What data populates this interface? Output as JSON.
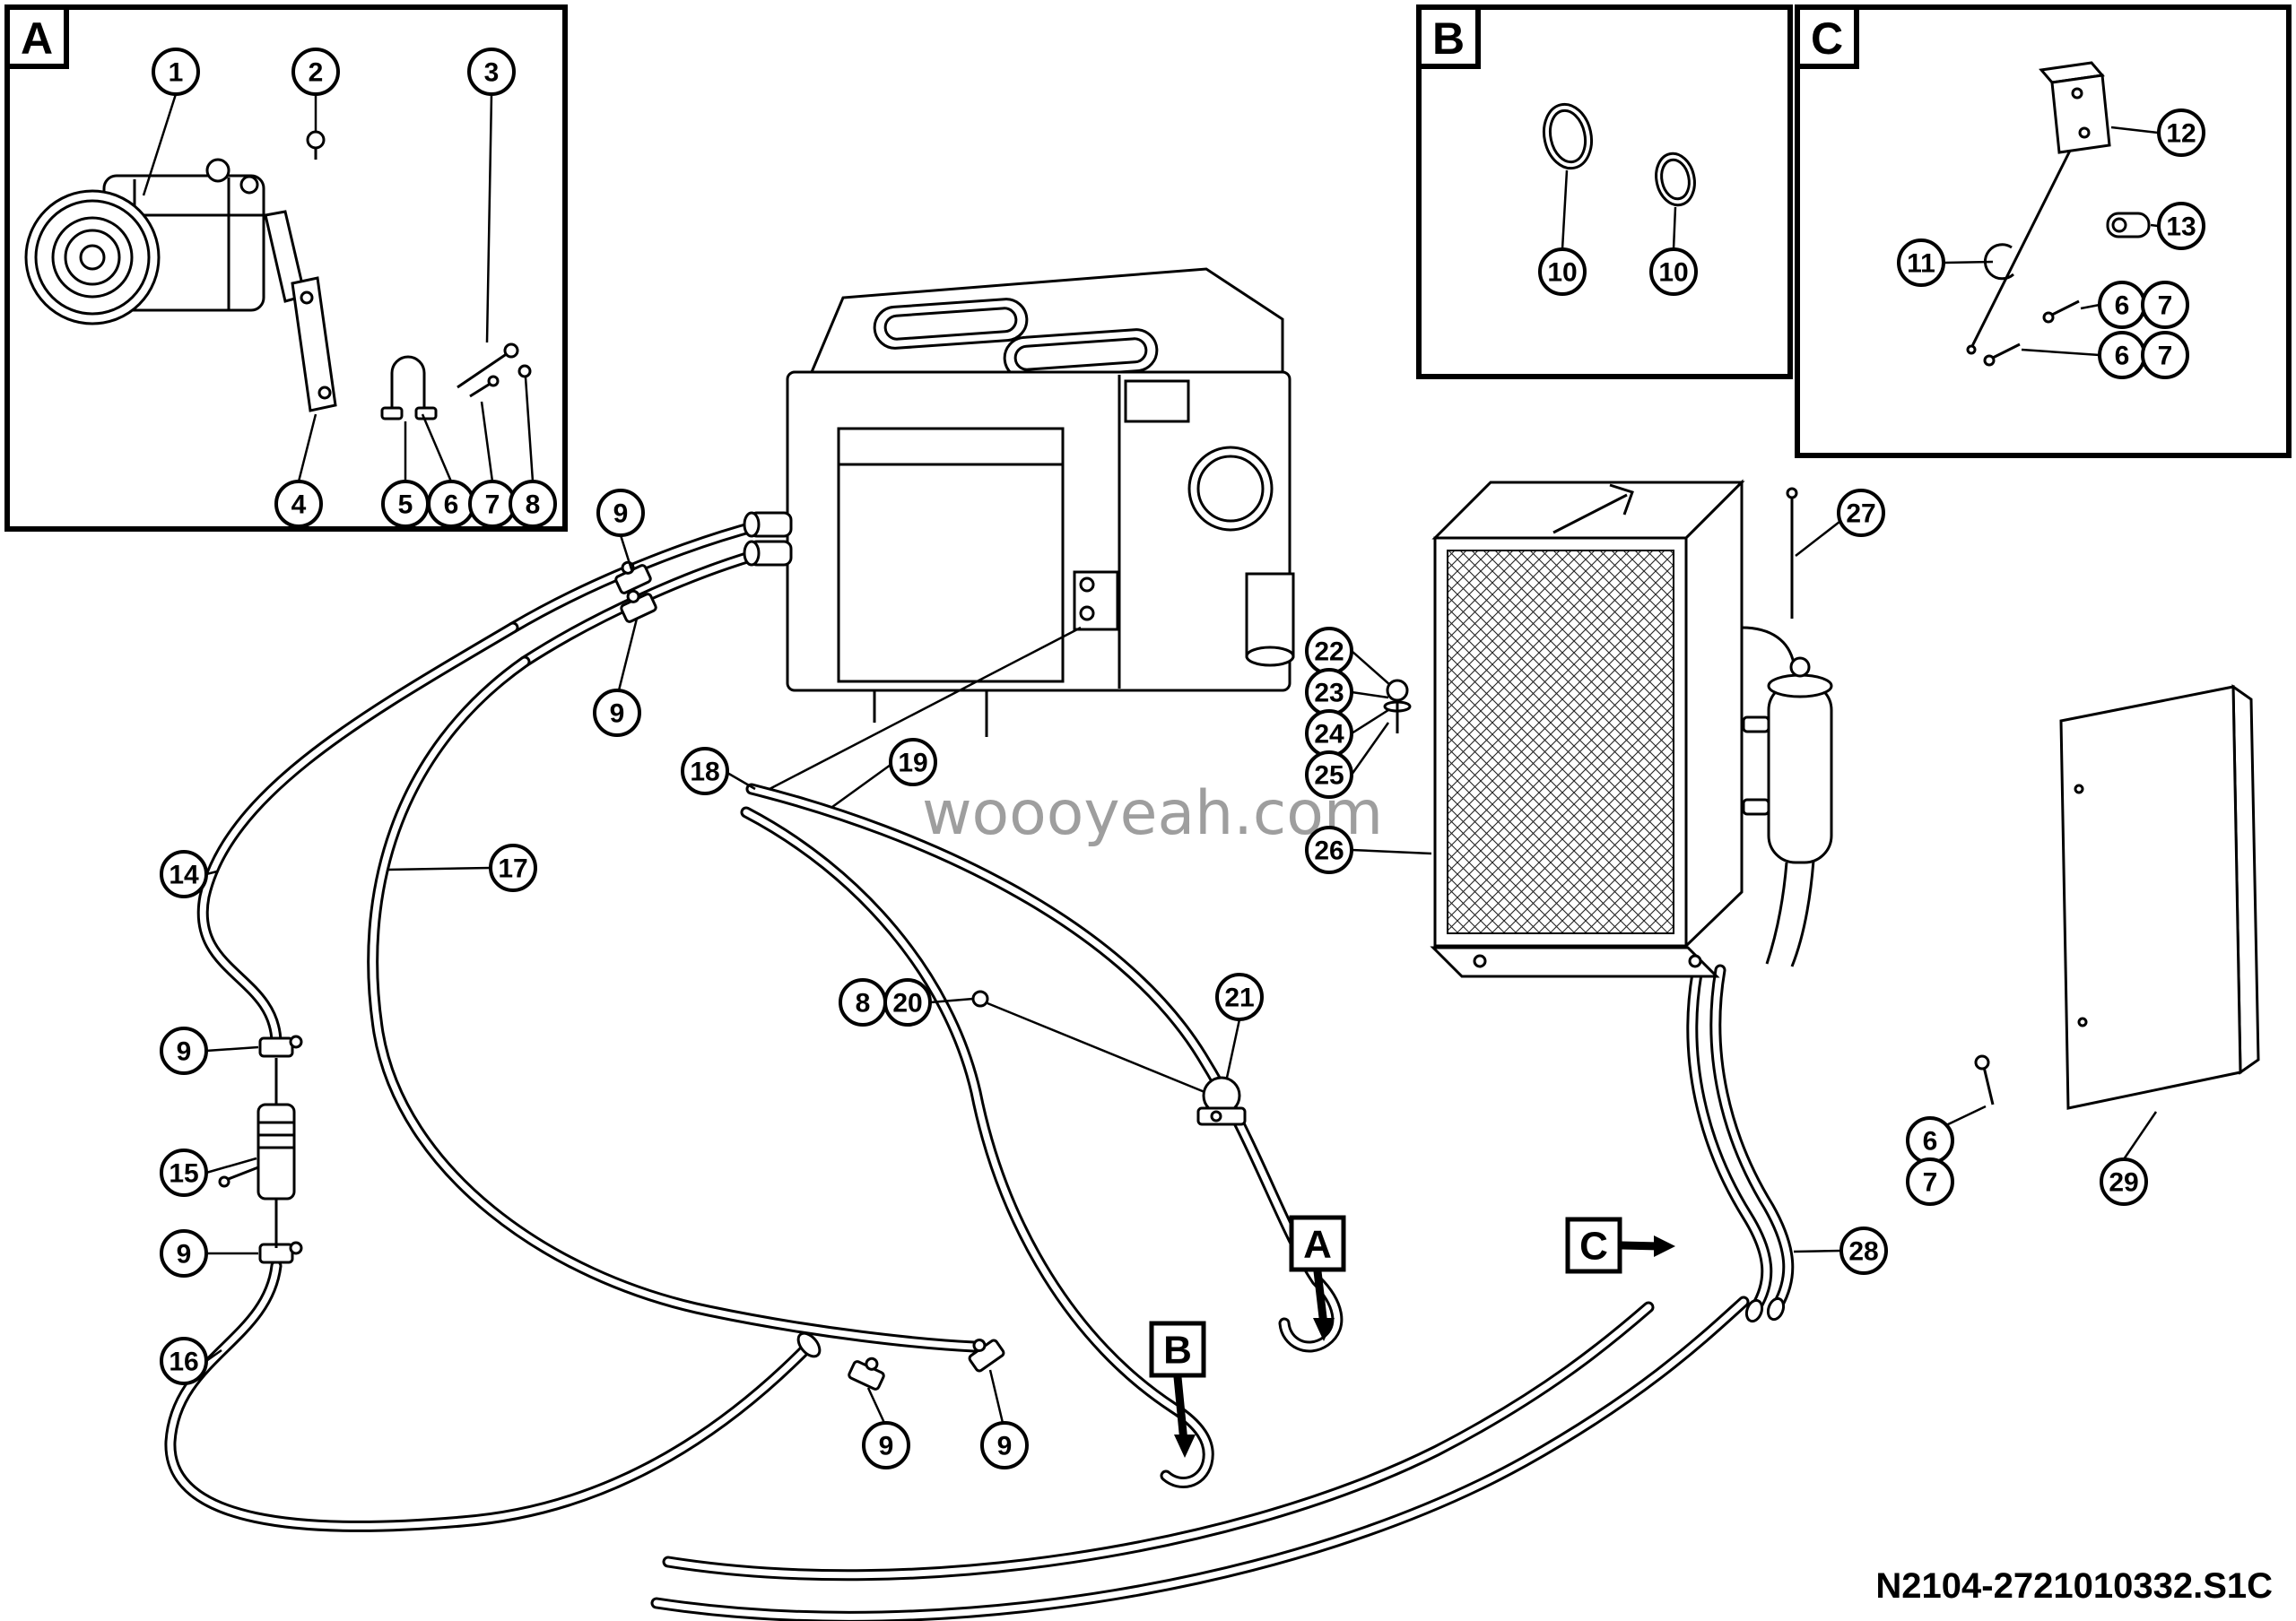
{
  "document": {
    "part_number": "N2104-2721010332.S1C",
    "watermark": "woooyeah.com"
  },
  "insets": {
    "a": {
      "letter": "A"
    },
    "b": {
      "letter": "B"
    },
    "c": {
      "letter": "C"
    }
  },
  "markers": {
    "a": "A",
    "b": "B",
    "c": "C"
  },
  "numbers": {
    "n1": "1",
    "n2": "2",
    "n3": "3",
    "n4": "4",
    "n5": "5",
    "n6": "6",
    "n7": "7",
    "n8": "8",
    "n9": "9",
    "n10": "10",
    "n11": "11",
    "n12": "12",
    "n13": "13",
    "n14": "14",
    "n15": "15",
    "n16": "16",
    "n17": "17",
    "n18": "18",
    "n19": "19",
    "n20": "20",
    "n21": "21",
    "n22": "22",
    "n23": "23",
    "n24": "24",
    "n25": "25",
    "n26": "26",
    "n27": "27",
    "n28": "28",
    "n29": "29"
  }
}
